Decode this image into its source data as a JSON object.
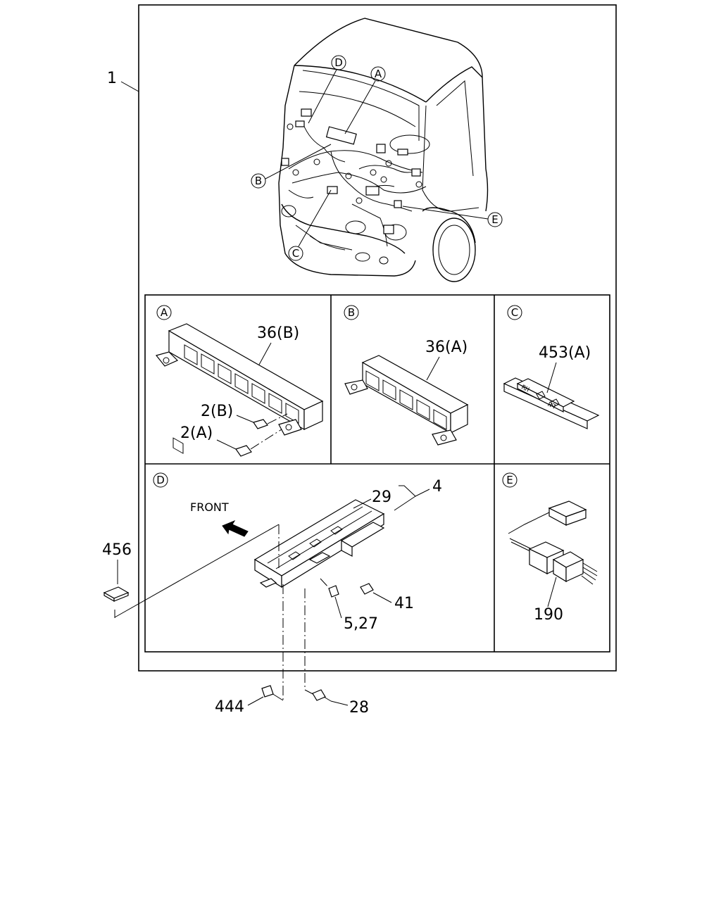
{
  "callouts": {
    "main_assembly": "1",
    "detail_A": "A",
    "detail_B": "B",
    "detail_C": "C",
    "detail_D": "D",
    "detail_E": "E"
  },
  "panels": {
    "A": {
      "letter": "A",
      "part_rail": "36(B)",
      "part_upper": "2(B)",
      "part_lower": "2(A)"
    },
    "B": {
      "letter": "B",
      "part_rail": "36(A)"
    },
    "C": {
      "letter": "C",
      "part_label": "453(A)",
      "tag_text_rh": "RH",
      "tag_text_lh": "LH"
    },
    "D": {
      "letter": "D",
      "direction_label": "FRONT",
      "part_bracket": "29",
      "part_assembly": "4",
      "part_clip": "41",
      "part_screw": "5,27"
    },
    "E": {
      "letter": "E",
      "part_connector": "190"
    }
  },
  "external_parts": {
    "pad": "456",
    "clip": "444",
    "bolt": "28"
  }
}
